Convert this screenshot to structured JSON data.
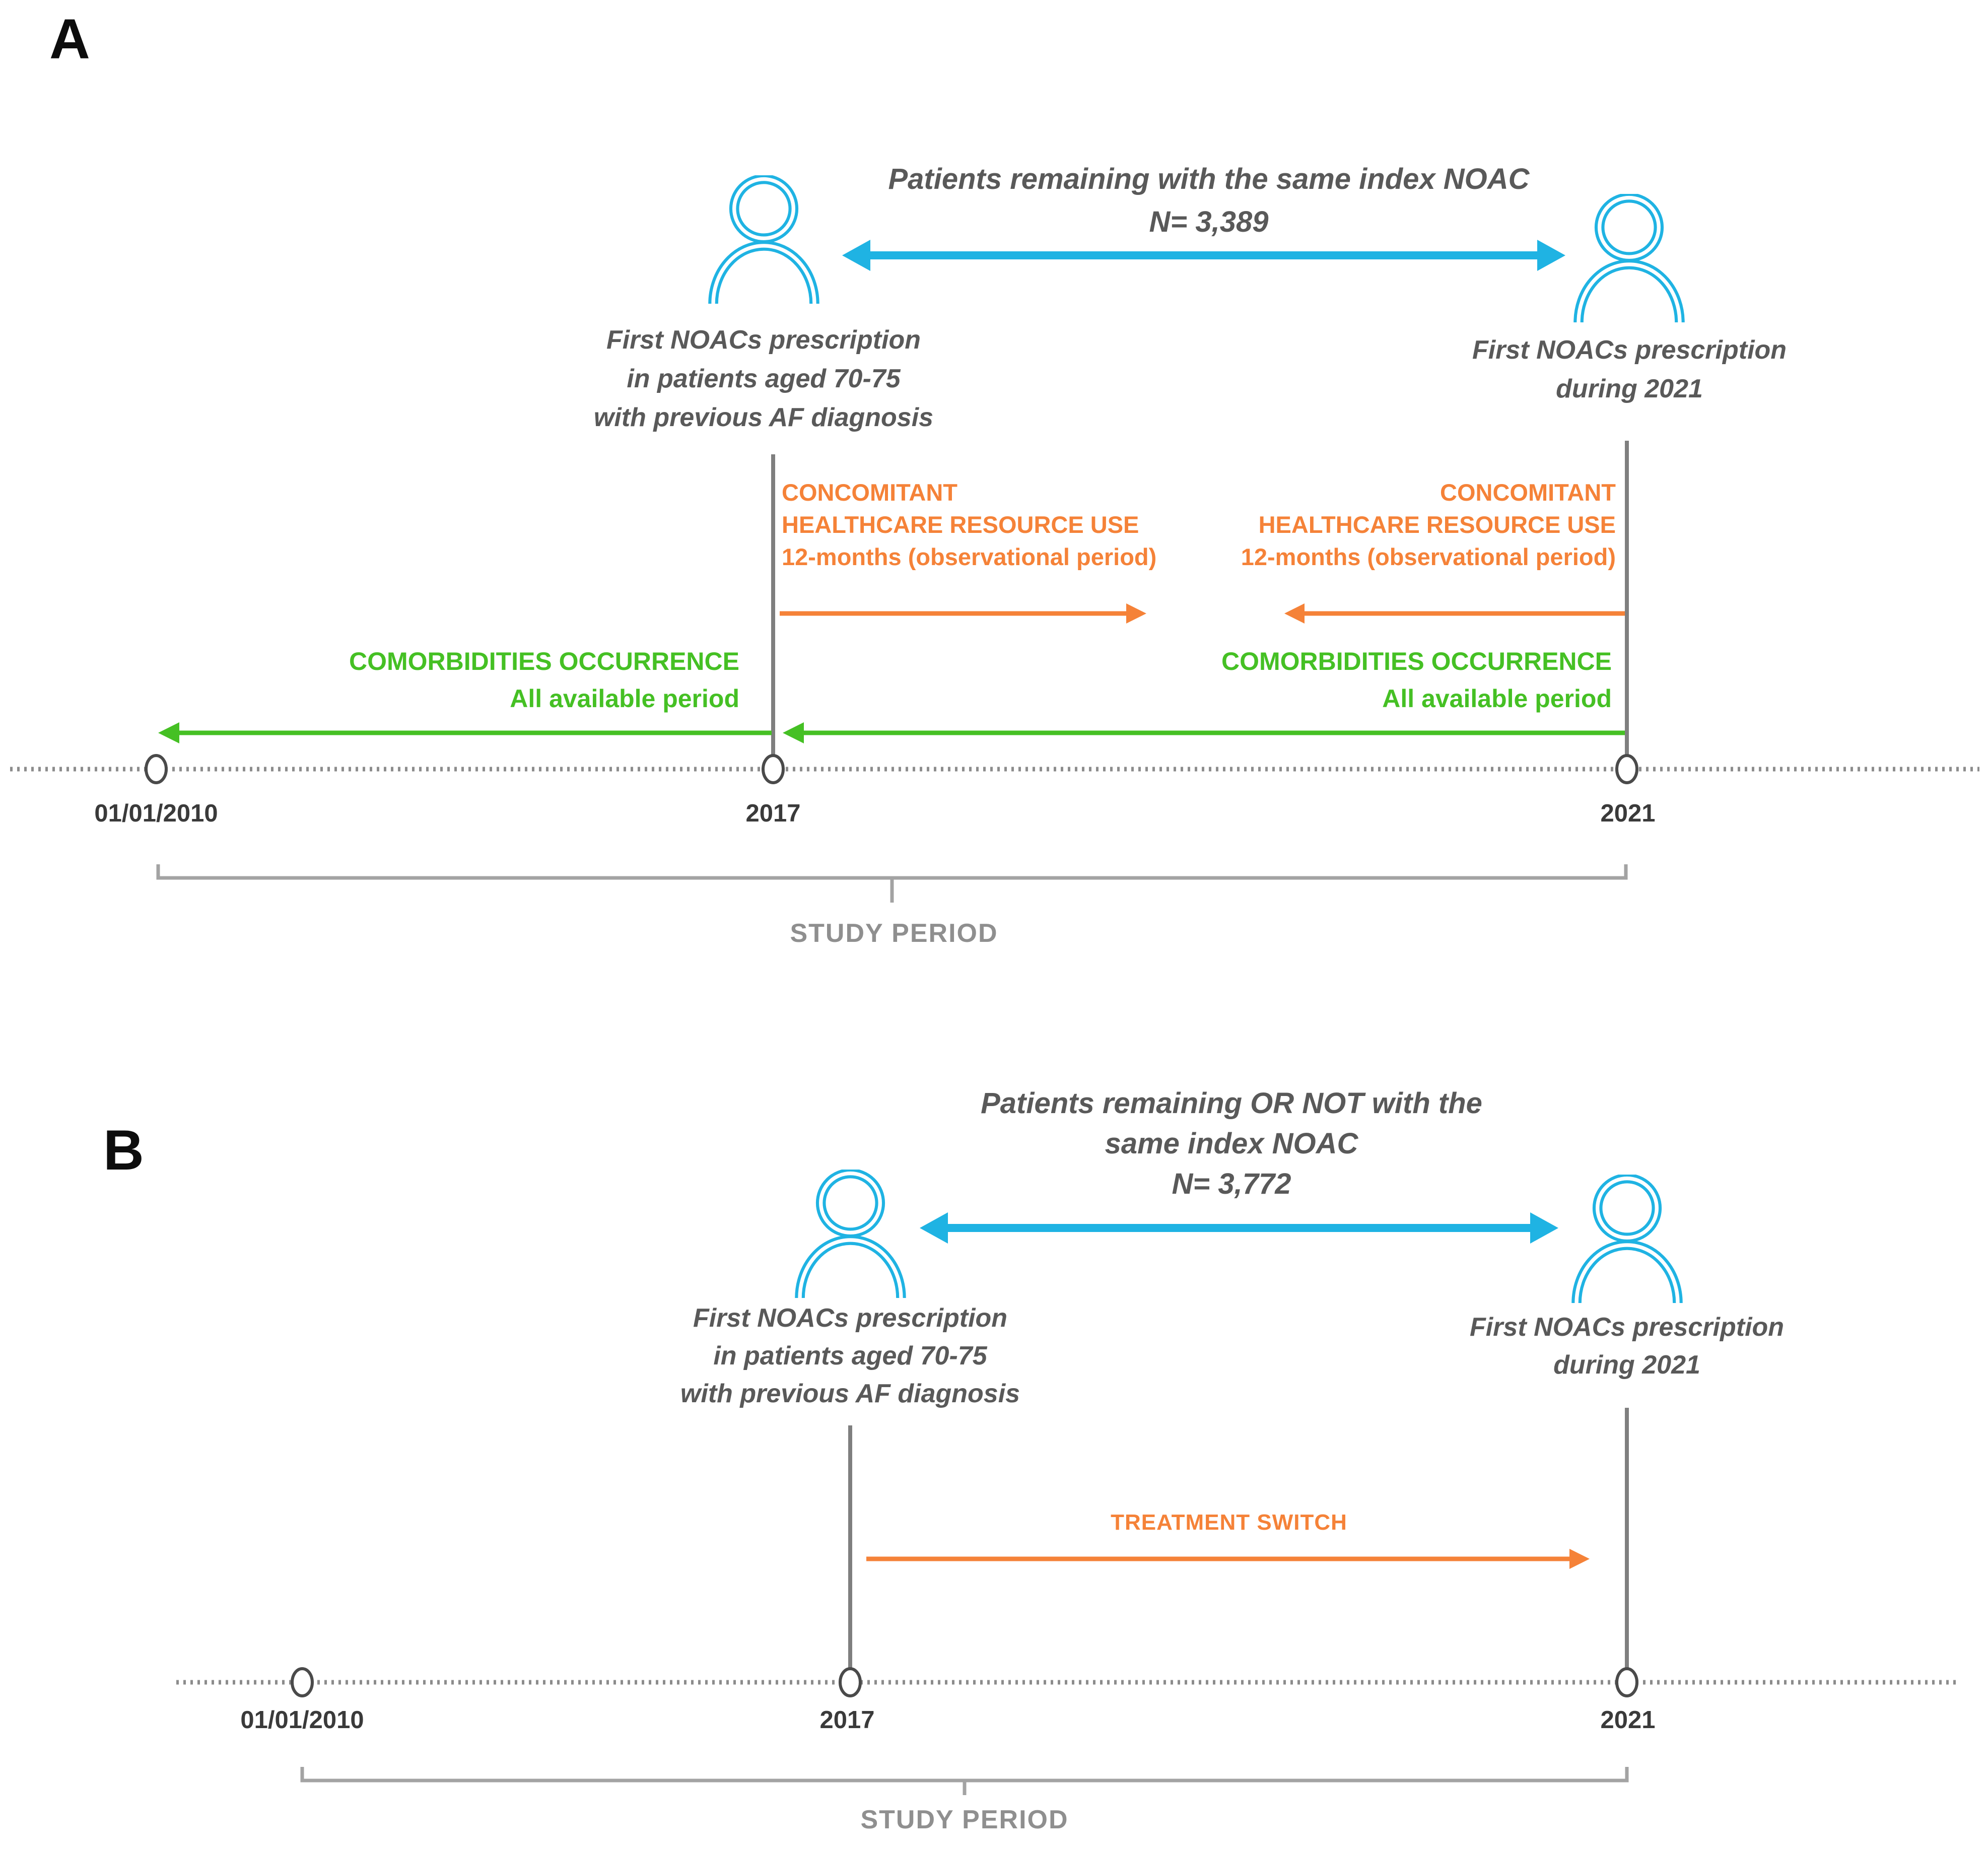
{
  "colors": {
    "cyan": "#1FB3E3",
    "orange": "#F58238",
    "green": "#45C024",
    "gray_text": "#595959",
    "tick_label": "#3A3A3A",
    "line_gray": "#7F7F7F",
    "timeline_gray": "#8C8C8C",
    "bracket_gray": "#A3A3A3",
    "study_gray": "#8F8F8F"
  },
  "icons": {
    "patient": "person-outline-icon"
  },
  "panelA": {
    "label": "A",
    "title": [
      "Patients remaining with the same index NOAC",
      "N= 3,389"
    ],
    "left_caption": [
      "First NOACs prescription",
      "in patients aged 70-75",
      "with previous AF diagnosis"
    ],
    "right_caption": [
      "First NOACs prescription",
      "during 2021"
    ],
    "left_orange": [
      "CONCOMITANT",
      "HEALTHCARE RESOURCE USE",
      "12-months (observational period)"
    ],
    "right_orange": [
      "CONCOMITANT",
      "HEALTHCARE RESOURCE USE",
      "12-months (observational period)"
    ],
    "left_green": [
      "COMORBIDITIES OCCURRENCE",
      "All available period"
    ],
    "right_green": [
      "COMORBIDITIES OCCURRENCE",
      "All available period"
    ],
    "timeline_labels": [
      "01/01/2010",
      "2017",
      "2021"
    ],
    "study_period": "STUDY PERIOD"
  },
  "panelB": {
    "label": "B",
    "title": [
      "Patients remaining OR NOT with the",
      "same index NOAC",
      "N= 3,772"
    ],
    "left_caption": [
      "First NOACs prescription",
      "in patients aged 70-75",
      "with previous AF diagnosis"
    ],
    "right_caption": [
      "First NOACs prescription",
      "during 2021"
    ],
    "treatment_switch": "TREATMENT SWITCH",
    "timeline_labels": [
      "01/01/2010",
      "2017",
      "2021"
    ],
    "study_period": "STUDY PERIOD"
  }
}
